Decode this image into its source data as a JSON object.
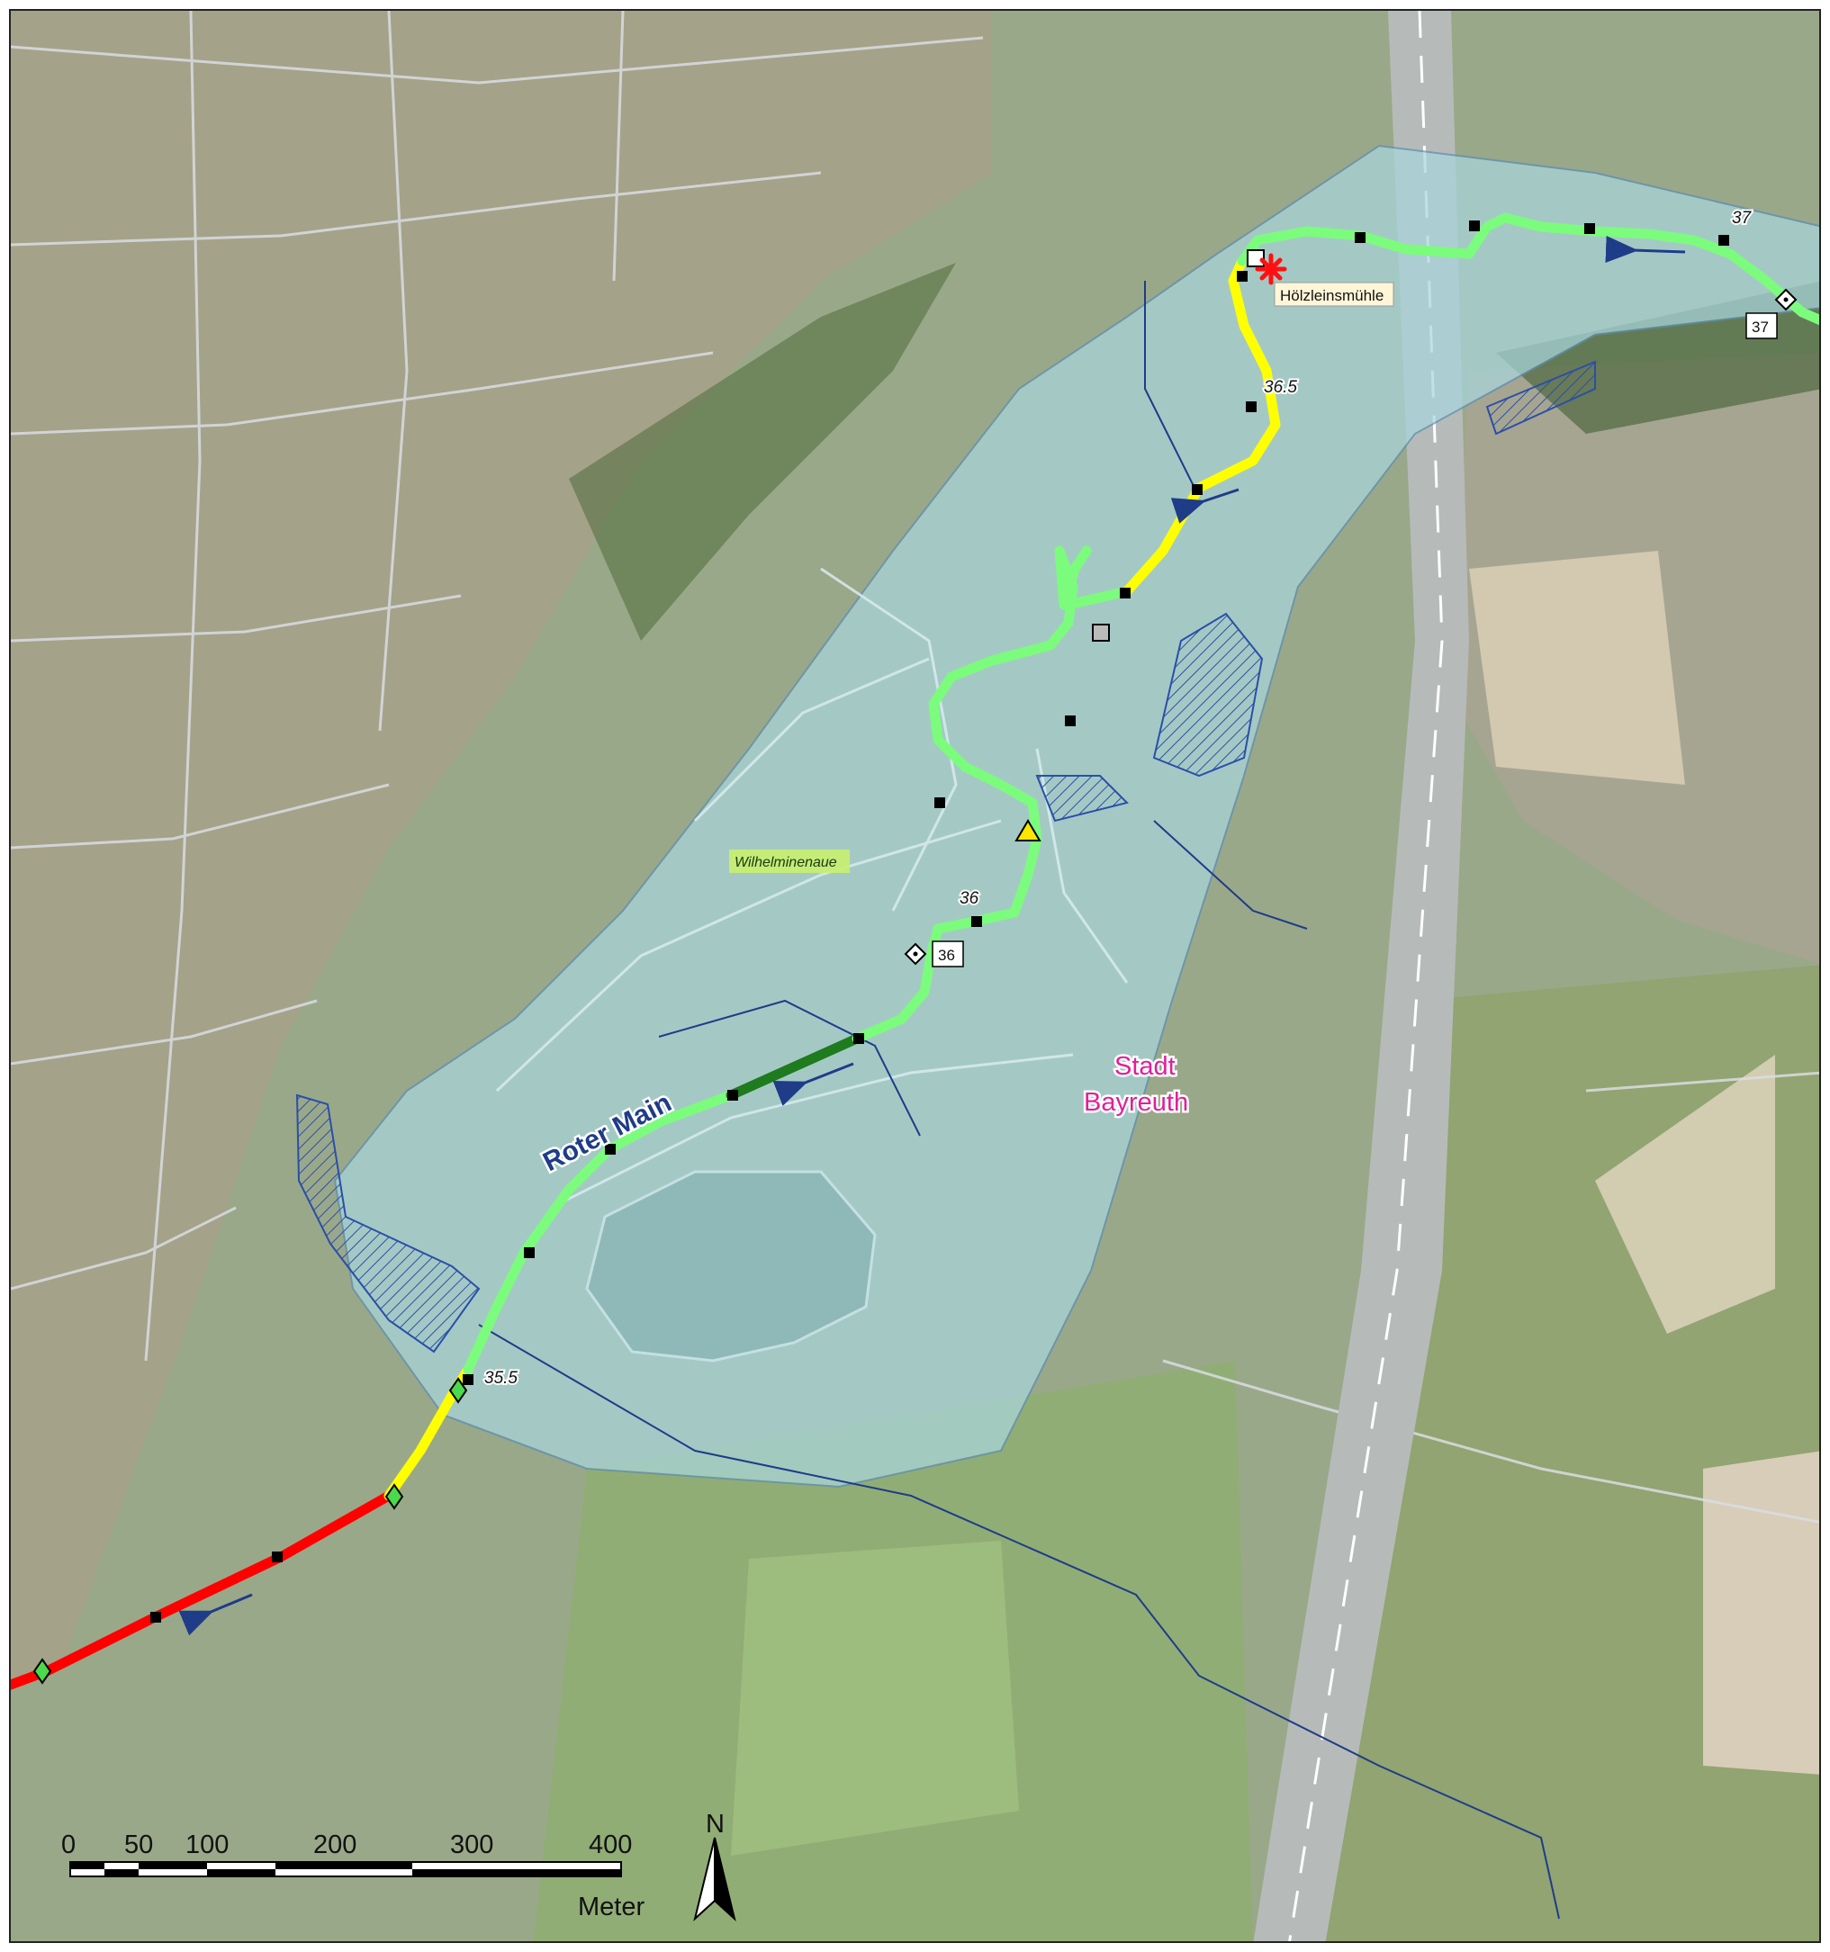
{
  "map": {
    "river_label": "Roter Main",
    "city_label_line1": "Stadt",
    "city_label_line2": "Bayreuth",
    "mill_label": "Hölzleinsmühle",
    "meadow_label": "Wilhelminenaue",
    "km_labels": [
      "35.5",
      "36",
      "36.5",
      "37"
    ],
    "km_box_labels": [
      "36",
      "37"
    ]
  },
  "scale_bar": {
    "ticks": [
      "0",
      "50",
      "100",
      "200",
      "300",
      "400"
    ],
    "unit": "Meter"
  },
  "north_arrow": {
    "label": "N"
  },
  "colors": {
    "segment_red": "#ff0000",
    "segment_yellow": "#ffff00",
    "segment_light_green": "#7cfc7c",
    "segment_dark_green": "#1e7b1e",
    "floodplain": "#a9d6dc",
    "water_line": "#1f3c88",
    "city_label": "#e0209a"
  },
  "icons": [
    "north-arrow-icon",
    "mill-star-icon",
    "triangle-marker-icon",
    "diamond-marker-icon",
    "square-marker-icon",
    "flow-arrow-icon"
  ]
}
